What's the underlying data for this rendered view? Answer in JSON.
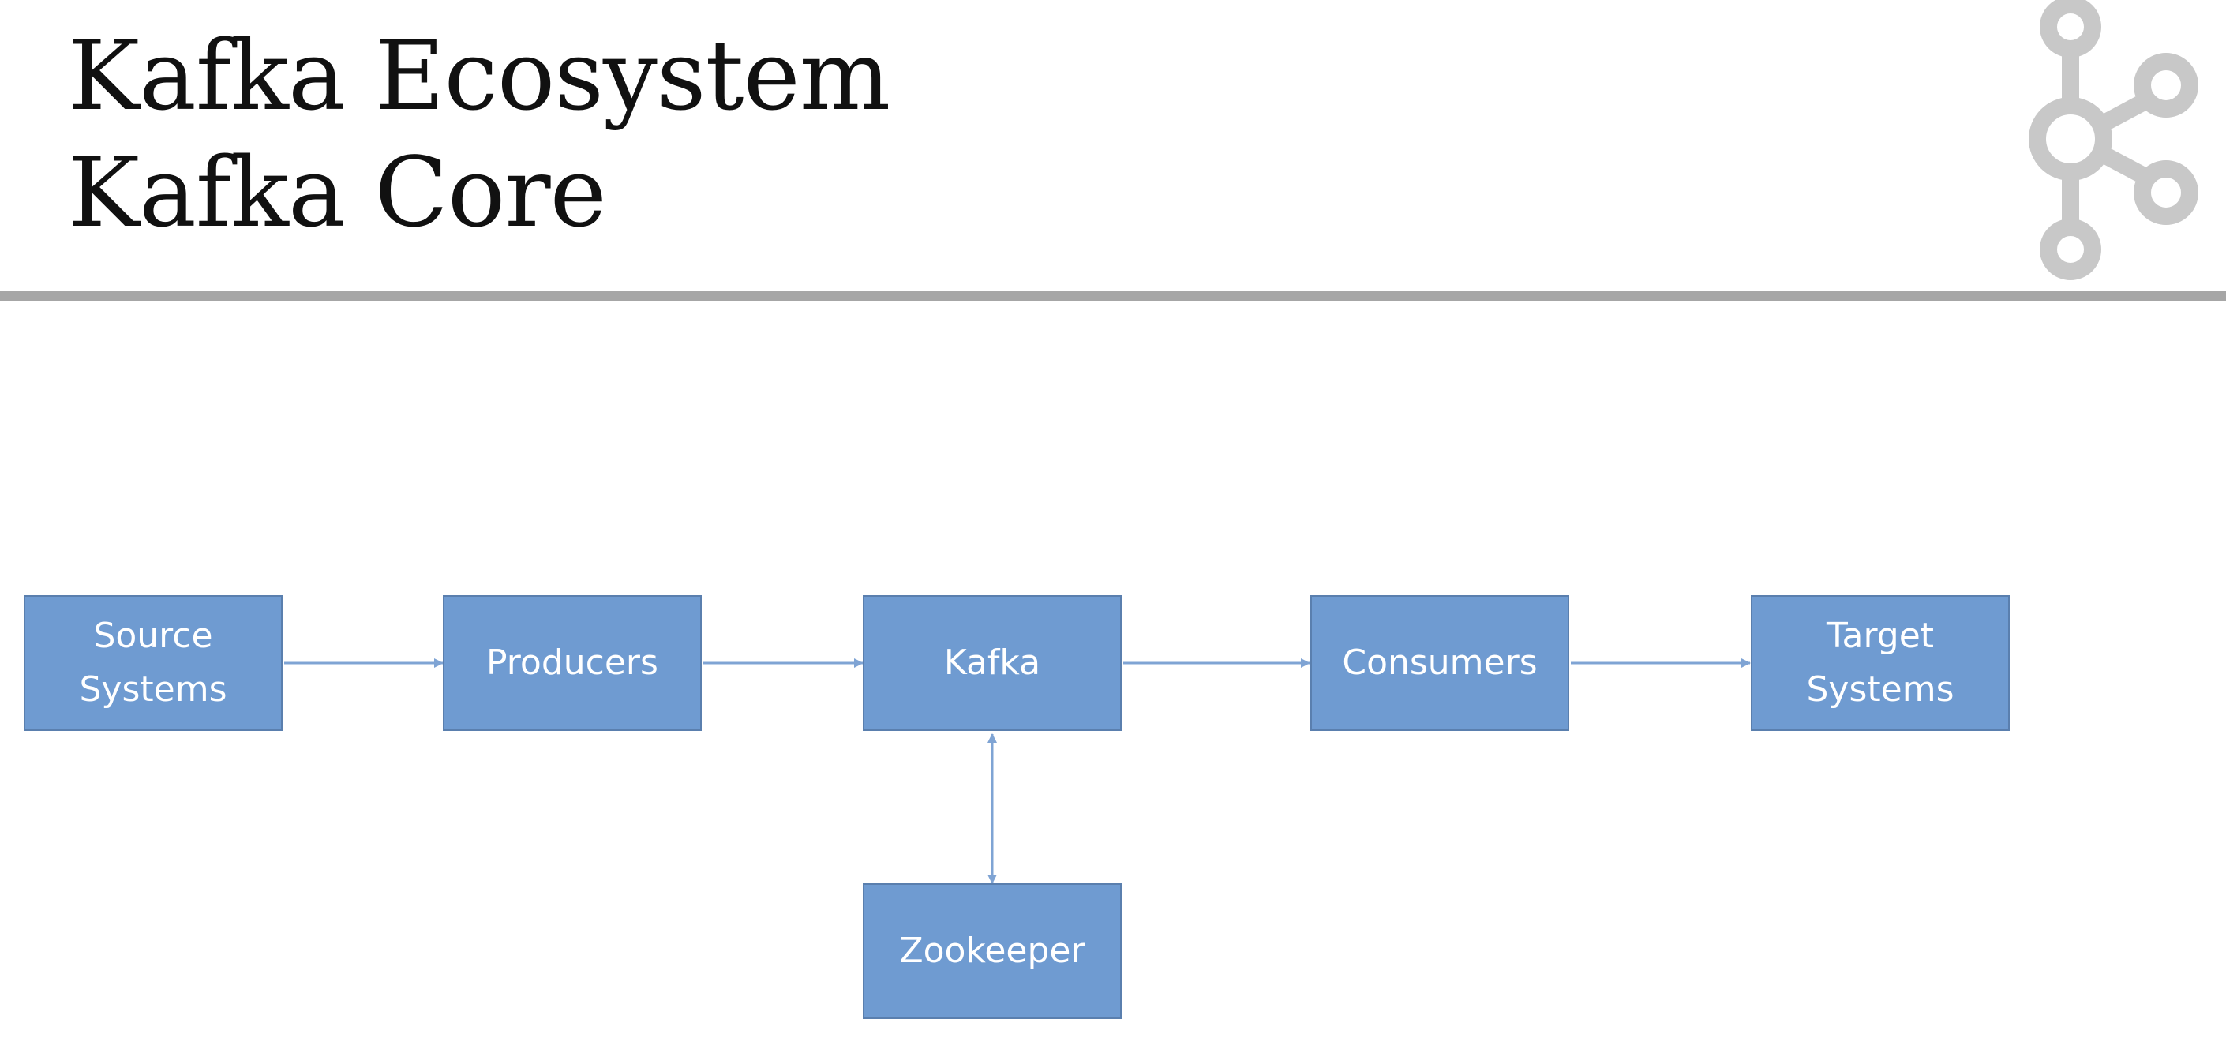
{
  "title": {
    "line1": "Kafka Ecosystem",
    "line2": "Kafka Core"
  },
  "logo": {
    "icon": "kafka-logo-icon",
    "color": "#c8c8c8"
  },
  "colors": {
    "box_fill": "#6f9bd1",
    "box_border": "#5a7fae",
    "arrow": "#7fa4d4",
    "divider": "#a6a6a6"
  },
  "diagram": {
    "nodes": [
      {
        "id": "source-systems",
        "label": "Source\nSystems"
      },
      {
        "id": "producers",
        "label": "Producers"
      },
      {
        "id": "kafka",
        "label": "Kafka"
      },
      {
        "id": "consumers",
        "label": "Consumers"
      },
      {
        "id": "target-systems",
        "label": "Target\nSystems"
      },
      {
        "id": "zookeeper",
        "label": "Zookeeper"
      }
    ],
    "edges": [
      {
        "from": "source-systems",
        "to": "producers",
        "direction": "forward"
      },
      {
        "from": "producers",
        "to": "kafka",
        "direction": "forward"
      },
      {
        "from": "kafka",
        "to": "consumers",
        "direction": "forward"
      },
      {
        "from": "consumers",
        "to": "target-systems",
        "direction": "forward"
      },
      {
        "from": "kafka",
        "to": "zookeeper",
        "direction": "both"
      }
    ]
  }
}
